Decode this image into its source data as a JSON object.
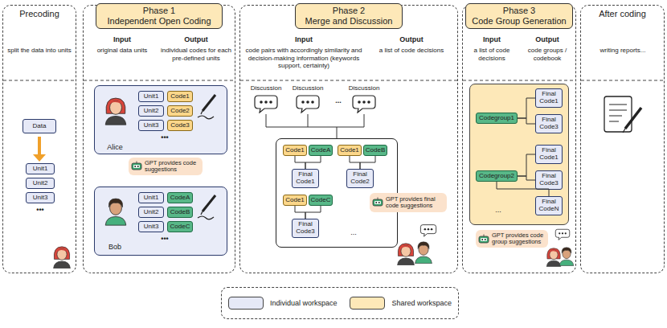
{
  "diagram": {
    "nodes": [
      {
        "text": [
          "Precoding"
        ]
      },
      {
        "text": [
          "Data"
        ],
        "in": 0
      },
      {
        "text": [
          "Unit1"
        ],
        "in": 0
      },
      {
        "text": [
          "Unit2"
        ],
        "in": 0
      },
      {
        "text": [
          "Unit3"
        ],
        "in": 0
      },
      {
        "text": [
          "Phase 1",
          "Independent Open Coding"
        ]
      },
      {
        "text": [
          "Alice"
        ],
        "in": 5
      },
      {
        "text": [
          "Unit1"
        ],
        "in": 6
      },
      {
        "text": [
          "Code1"
        ],
        "in": 6
      },
      {
        "text": [
          "Unit2"
        ],
        "in": 6
      },
      {
        "text": [
          "Code2"
        ],
        "in": 6
      },
      {
        "text": [
          "Unit3"
        ],
        "in": 6
      },
      {
        "text": [
          "Code3"
        ],
        "in": 6
      },
      {
        "text": [
          "GPT provides code suggestions"
        ],
        "in": 5
      },
      {
        "text": [
          "Bob"
        ],
        "in": 5
      },
      {
        "text": [
          "Unit1"
        ],
        "in": 14
      },
      {
        "text": [
          "CodeA"
        ],
        "in": 14
      },
      {
        "text": [
          "Unit2"
        ],
        "in": 14
      },
      {
        "text": [
          "CodeB"
        ],
        "in": 14
      },
      {
        "text": [
          "Unit3"
        ],
        "in": 14
      },
      {
        "text": [
          "CodeC"
        ],
        "in": 14
      },
      {
        "text": [
          "Phase 2",
          "Merge and Discussion"
        ]
      },
      {
        "text": [
          "..."
        ],
        "in": 21
      },
      {
        "text": [
          "Code1"
        ],
        "in": 22
      },
      {
        "text": [
          "CodeA"
        ],
        "in": 22
      },
      {
        "text": [
          "Final Code1"
        ],
        "in": 22
      },
      {
        "text": [
          "Code1"
        ],
        "in": 22
      },
      {
        "text": [
          "CodeB"
        ],
        "in": 22
      },
      {
        "text": [
          "Final Code2"
        ],
        "in": 22
      },
      {
        "text": [
          "Code1"
        ],
        "in": 22
      },
      {
        "text": [
          "CodeC"
        ],
        "in": 22
      },
      {
        "text": [
          "Final Code3"
        ],
        "in": 22
      },
      {
        "text": [
          "GPT provides final code suggestions"
        ],
        "in": 21
      },
      {
        "text": [
          "Phase 3",
          "Code Group Generation"
        ]
      },
      {
        "text": [
          "..."
        ],
        "in": 33
      },
      {
        "text": [
          "Codegroup1"
        ],
        "in": 34
      },
      {
        "text": [
          "Final Code1"
        ],
        "in": 34
      },
      {
        "text": [
          "Final Code3"
        ],
        "in": 34
      },
      {
        "text": [
          "Codegroup2"
        ],
        "in": 34
      },
      {
        "text": [
          "Final Code1"
        ],
        "in": 34
      },
      {
        "text": [
          "Final Code3"
        ],
        "in": 34
      },
      {
        "text": [
          "Final CodeN"
        ],
        "in": 34
      },
      {
        "text": [
          "GPT provides code group suggestions"
        ],
        "in": 33
      },
      {
        "text": [
          "After coding"
        ]
      }
    ],
    "edges": [
      {
        "from": 23,
        "to": 25,
        "arrow": "none"
      },
      {
        "from": 24,
        "to": 25,
        "arrow": "none"
      },
      {
        "from": 26,
        "to": 28,
        "arrow": "none"
      },
      {
        "from": 27,
        "to": 28,
        "arrow": "none"
      },
      {
        "from": 29,
        "to": 31,
        "arrow": "none"
      },
      {
        "from": 30,
        "to": 31,
        "arrow": "none"
      },
      {
        "from": 35,
        "to": 36,
        "arrow": "none"
      },
      {
        "from": 35,
        "to": 37,
        "arrow": "none"
      },
      {
        "from": 38,
        "to": 39,
        "arrow": "none"
      },
      {
        "from": 38,
        "to": 40,
        "arrow": "none"
      },
      {
        "from": 38,
        "to": 41,
        "arrow": "none"
      }
    ],
    "labels": [
      "split the data into units",
      "•••",
      "Input",
      "original data units",
      "Output",
      "individual codes for each pre-defined units",
      "•••",
      "•••",
      "Input",
      "code pairs with accordingly similarity and decision-making information (keywords support, certainty)",
      "Output",
      "a list of code decisions",
      "Discussion",
      "Discussion",
      "...",
      "Discussion",
      "Input",
      "a list of code decisions",
      "Output",
      "code groups / codebook",
      "writing reports..."
    ],
    "legend": [
      {
        "text": "Individual workspace",
        "color": "#e6e9f7"
      },
      {
        "text": "Shared workspace",
        "color": "#fde8b8"
      }
    ]
  }
}
